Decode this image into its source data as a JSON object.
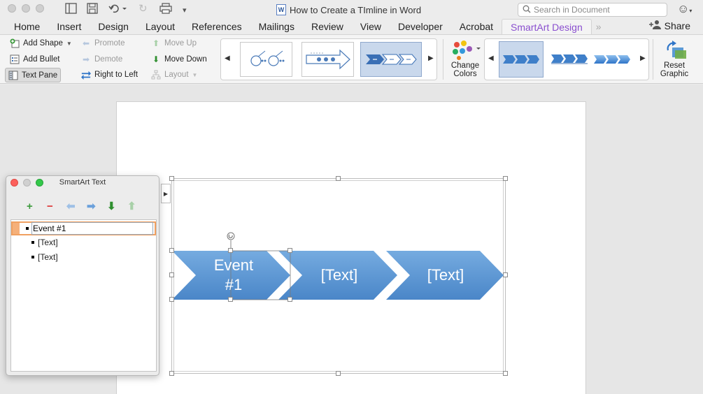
{
  "window": {
    "title": "How to Create a TImline in Word",
    "search_placeholder": "Search in Document"
  },
  "tabs": [
    {
      "label": "Home"
    },
    {
      "label": "Insert"
    },
    {
      "label": "Design"
    },
    {
      "label": "Layout"
    },
    {
      "label": "References"
    },
    {
      "label": "Mailings"
    },
    {
      "label": "Review"
    },
    {
      "label": "View"
    },
    {
      "label": "Developer"
    },
    {
      "label": "Acrobat"
    },
    {
      "label": "SmartArt Design",
      "active": true
    }
  ],
  "share_label": "Share",
  "ribbon": {
    "add_shape": "Add Shape",
    "add_bullet": "Add Bullet",
    "text_pane": "Text Pane",
    "promote": "Promote",
    "demote": "Demote",
    "right_to_left": "Right to Left",
    "move_up": "Move Up",
    "move_down": "Move Down",
    "layout": "Layout",
    "change_colors_1": "Change",
    "change_colors_2": "Colors",
    "reset_graphic_1": "Reset",
    "reset_graphic_2": "Graphic"
  },
  "smartart": {
    "shapes": [
      "Event\n#1",
      "[Text]",
      "[Text]"
    ],
    "shape_line1": "Event",
    "shape_line2": "#1",
    "shape2": "[Text]",
    "shape3": "[Text]",
    "fill_top": "#6ea5dd",
    "fill_bottom": "#4a86c8"
  },
  "text_pane": {
    "title": "SmartArt Text",
    "items": [
      "Event #1",
      "[Text]",
      "[Text]"
    ]
  },
  "colors": {
    "accent_purple": "#8a4fcf",
    "chevron_blue": "#5b96d3"
  }
}
